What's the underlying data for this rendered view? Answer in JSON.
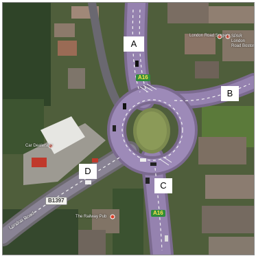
{
  "callouts": {
    "a": "A",
    "b": "B",
    "c": "C",
    "d": "D"
  },
  "road_labels": {
    "a16_north": "A16",
    "a16_south": "A16",
    "b1397": "B1397"
  },
  "place_labels": {
    "london_road_surgery": "London Road Surgery",
    "spar": "SPAR London Road Boston",
    "car_dealer": "Car Dealership",
    "railway_pub": "The Railway Pub",
    "london_road": "London Road"
  },
  "colors": {
    "road_tint": "#9a86b5",
    "roundabout_island": "#7c8a4f",
    "a16_shield": "#2f8c3a",
    "poi_pin": "#d9402a"
  }
}
